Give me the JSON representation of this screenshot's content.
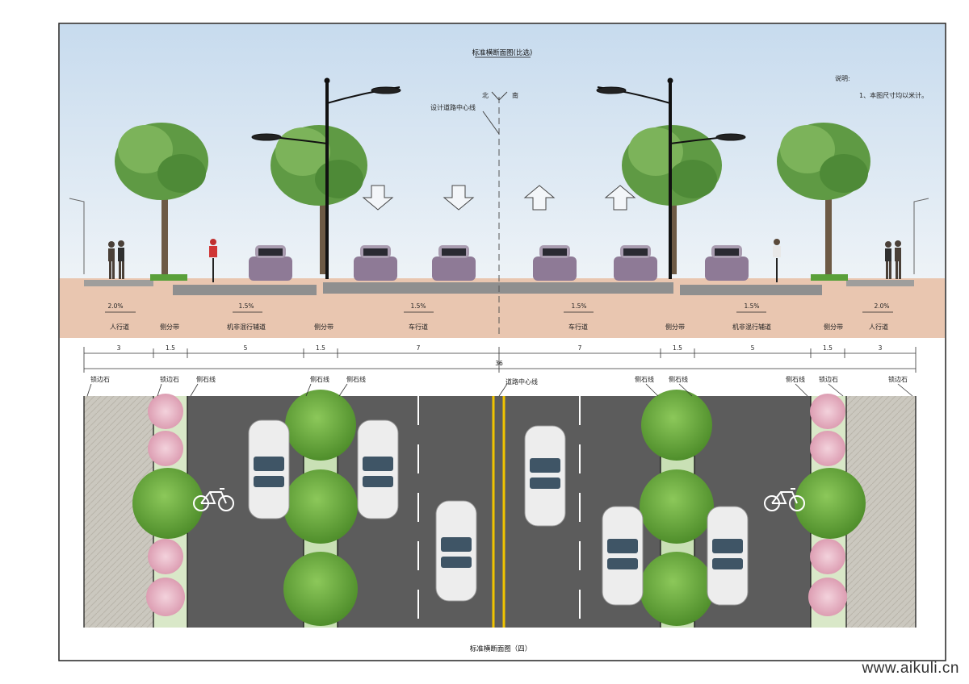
{
  "title_top": "标准横断面图(比选)",
  "title_bottom": "标准横断面图（四）",
  "notes": {
    "heading": "说明:",
    "item1": "1、本图尺寸均以米计。"
  },
  "compass": {
    "north": "北",
    "south": "南"
  },
  "centerline_label": "设计道路中心线",
  "slopes": [
    "2.0%",
    "1.5%",
    "1.5%",
    "1.5%",
    "1.5%",
    "2.0%"
  ],
  "zones": [
    {
      "label": "人行道",
      "width": "3"
    },
    {
      "label": "侧分带",
      "width": "1.5"
    },
    {
      "label": "机非混行辅道",
      "width": "5"
    },
    {
      "label": "侧分带",
      "width": "1.5"
    },
    {
      "label": "车行道",
      "width": "7"
    },
    {
      "label": "车行道",
      "width": "7"
    },
    {
      "label": "侧分带",
      "width": "1.5"
    },
    {
      "label": "机非混行辅道",
      "width": "5"
    },
    {
      "label": "侧分带",
      "width": "1.5"
    },
    {
      "label": "人行道",
      "width": "3"
    }
  ],
  "total_width": "36",
  "plan_labels": {
    "curb": "锁边石",
    "side_stone": "侧石线",
    "road_center": "道路中心线"
  },
  "colors": {
    "sky_top": "#d3e3f1",
    "ground": "#e8c7b2",
    "asphalt": "#5e5e5e",
    "paving": "#c9c6bd",
    "tree_green": "#6fae3e",
    "blossom": "#e9b7c7",
    "car_body": "#8e7a96",
    "center_line": "#f0c400",
    "bike_lane": "#7fd17a"
  },
  "watermark": "www.aikuli.cn"
}
